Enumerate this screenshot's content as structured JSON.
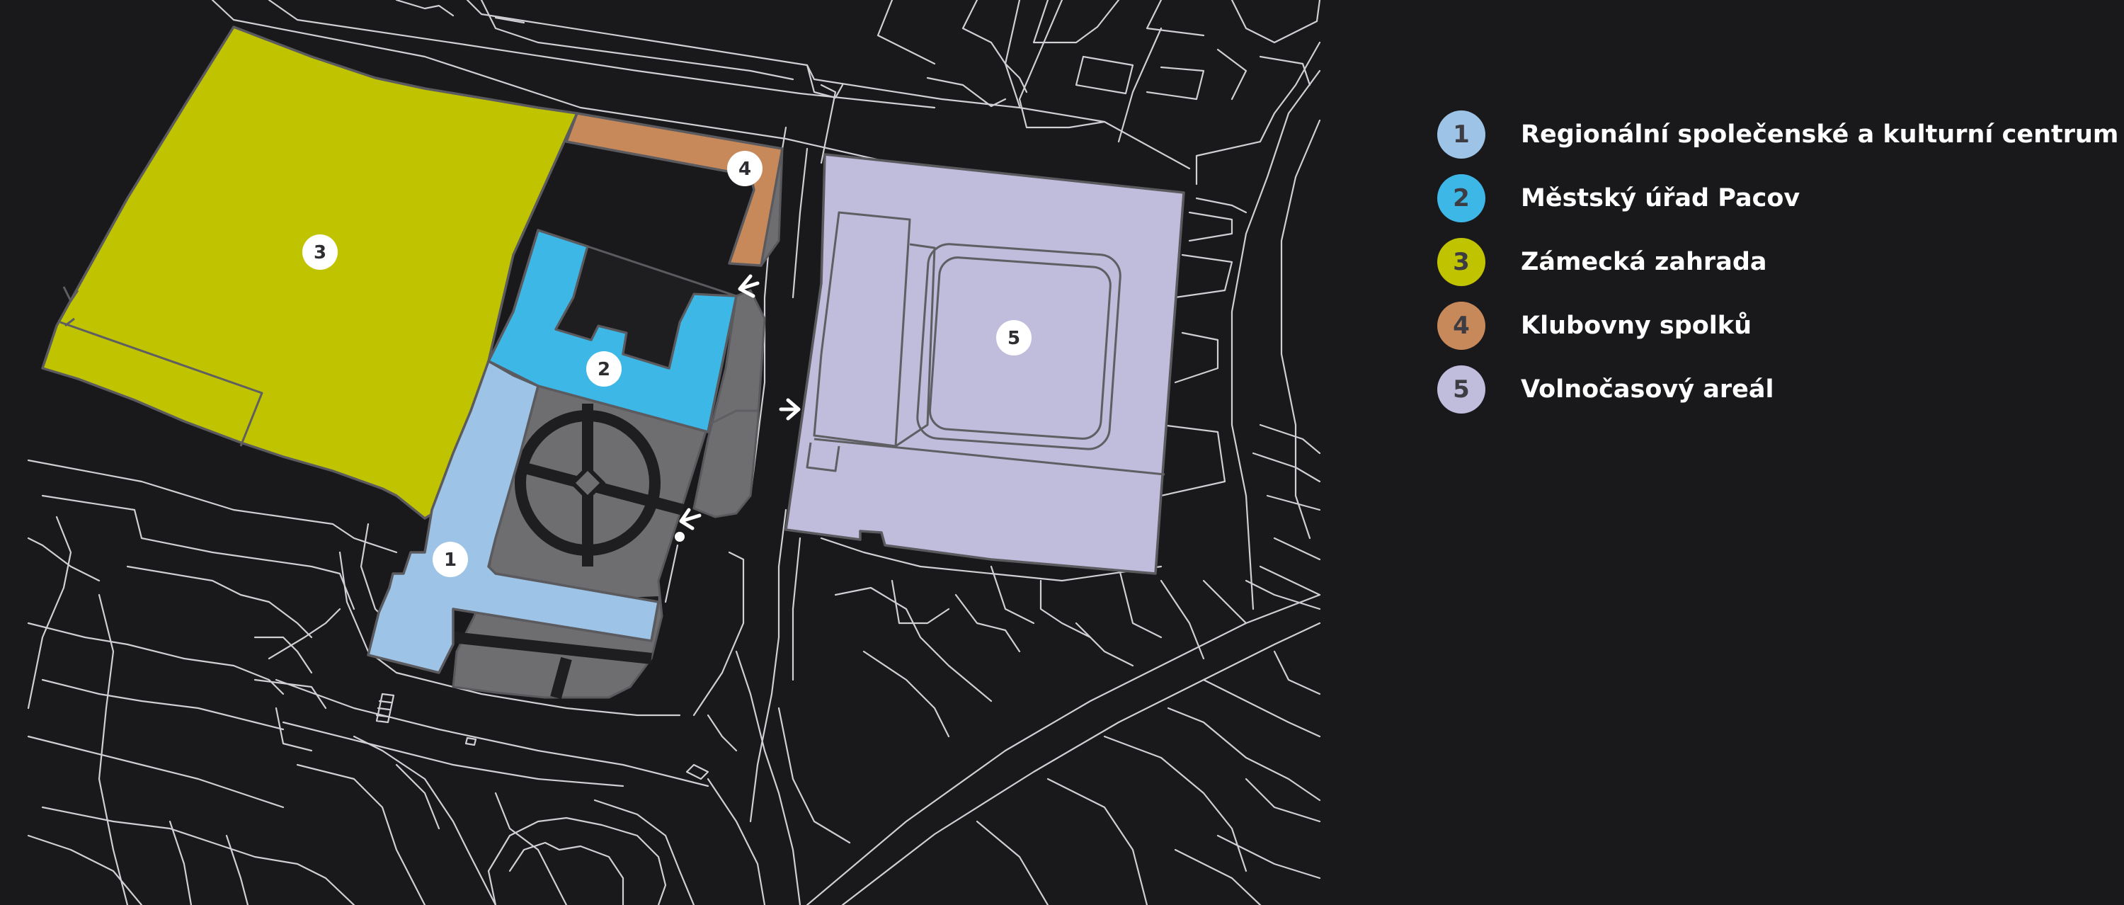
{
  "legend": {
    "items": [
      {
        "number": "1",
        "label": "Regionální společenské a kulturní centrum",
        "color": "#9dc4e6"
      },
      {
        "number": "2",
        "label": "Městský úřad Pacov",
        "color": "#3db8e6"
      },
      {
        "number": "3",
        "label": "Zámecká zahrada",
        "color": "#c0c300"
      },
      {
        "number": "4",
        "label": "Klubovny spolků",
        "color": "#c8895a"
      },
      {
        "number": "5",
        "label": "Volnočasový areál",
        "color": "#bfbcdc"
      }
    ]
  },
  "map": {
    "background": "#19181b",
    "street_color": "#cfcfd4",
    "courtyard_color": "#6e6e71",
    "markers": [
      "1",
      "2",
      "3",
      "4",
      "5"
    ],
    "entrances": [
      "arrow-icon",
      "arrow-icon",
      "arrow-icon"
    ]
  }
}
